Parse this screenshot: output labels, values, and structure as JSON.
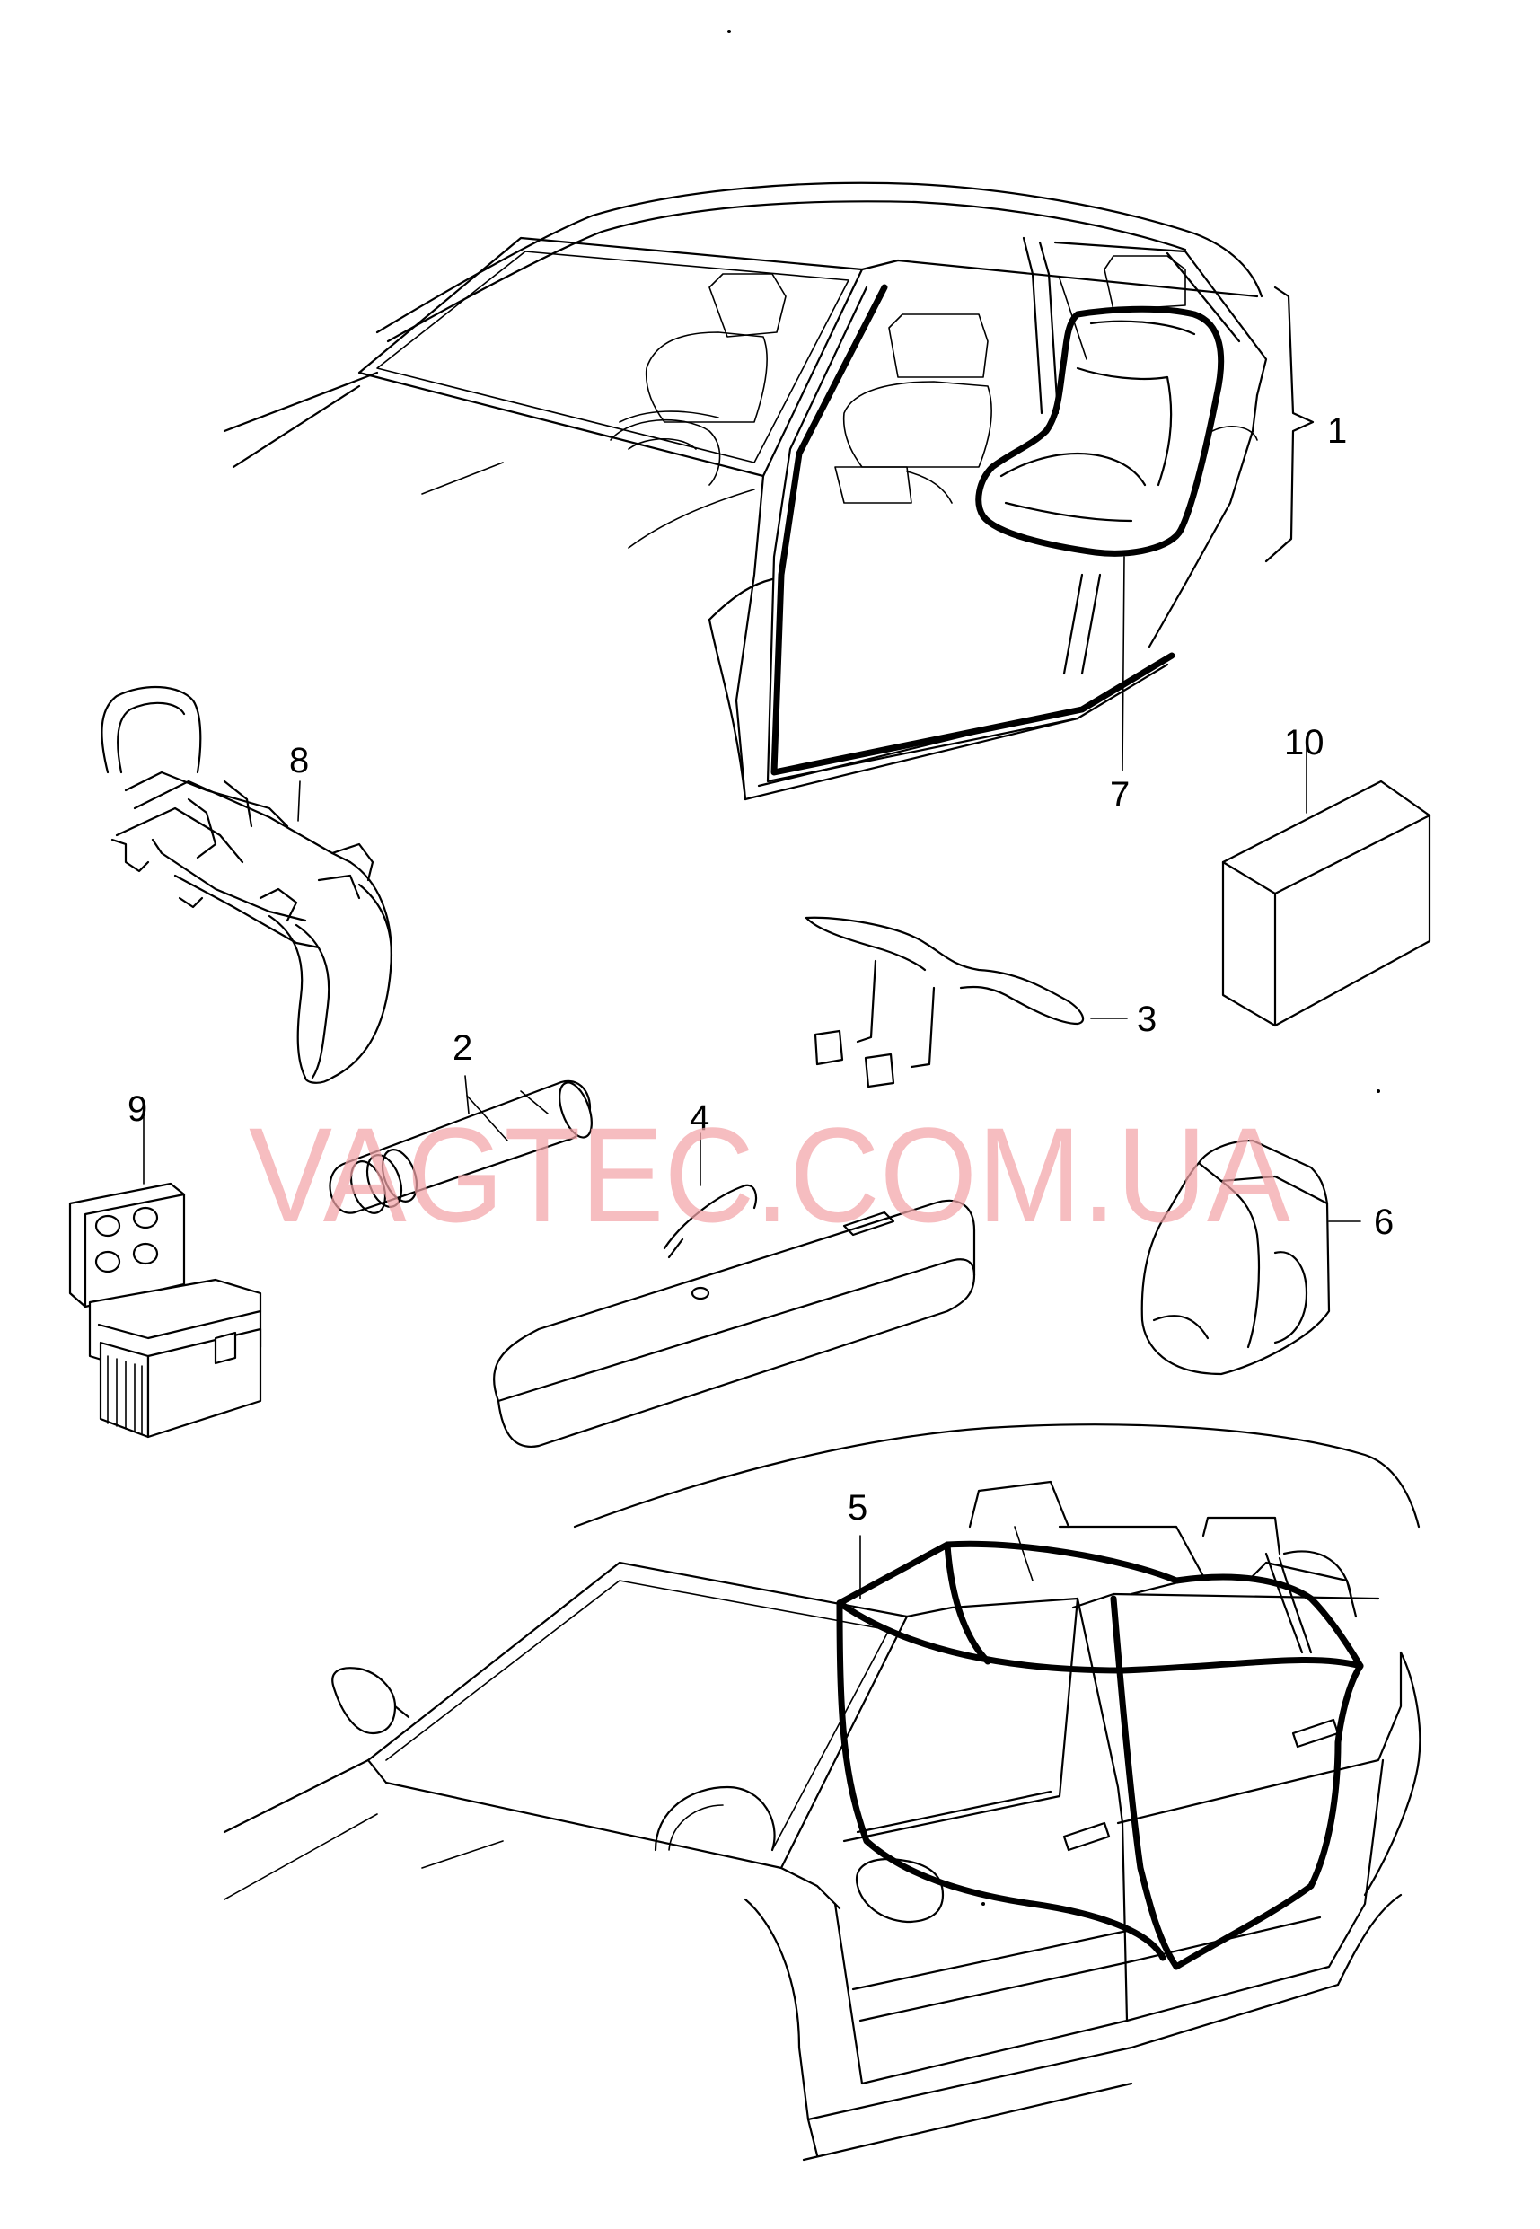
{
  "watermark": "VAGTEC.COM.UA",
  "callouts": [
    {
      "id": "1",
      "label": "1"
    },
    {
      "id": "2",
      "label": "2"
    },
    {
      "id": "3",
      "label": "3"
    },
    {
      "id": "4",
      "label": "4"
    },
    {
      "id": "5",
      "label": "5"
    },
    {
      "id": "6",
      "label": "6"
    },
    {
      "id": "7",
      "label": "7"
    },
    {
      "id": "8",
      "label": "8"
    },
    {
      "id": "9",
      "label": "9"
    },
    {
      "id": "10",
      "label": "10"
    }
  ],
  "colors": {
    "line": "#000000",
    "background": "#ffffff",
    "watermark": "#f3a3a8"
  }
}
